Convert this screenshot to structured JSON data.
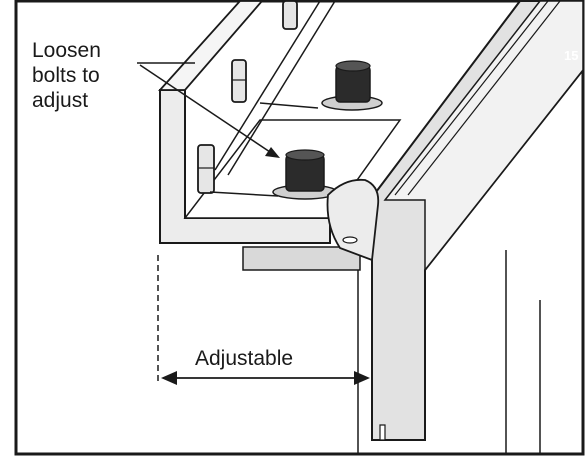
{
  "callout": {
    "line1": "Loosen",
    "line2": "bolts to",
    "line3": "adjust"
  },
  "dimension": {
    "label": "Adjustable"
  },
  "step_badge": {
    "number": "15"
  },
  "colors": {
    "stroke": "#1a1a1a",
    "panel_gray": "#d9d9d9",
    "light_gray": "#ececec",
    "badge": "#1a1a1a"
  }
}
